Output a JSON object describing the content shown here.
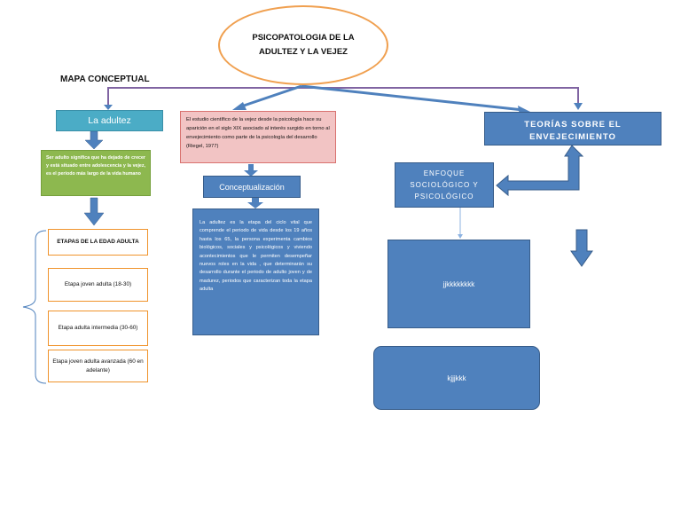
{
  "title": "PSICOPATOLOGIA DE LA ADULTEZ Y LA VEJEZ",
  "subtitle": "MAPA CONCEPTUAL",
  "left": {
    "header": "La adultez",
    "definition": "Ser adulto significa que ha dejado de crecer y está situado entre adolescencia y la vejez, es el periodo más largo de la vida humano",
    "stages_title": "ETAPAS DE LA EDAD ADULTA",
    "stages": [
      "Etapa joven adulta (18-30)",
      "Etapa adulta intermedia (30-60)",
      "Etapa joven adulta avanzada (60 en adelante)"
    ]
  },
  "middle": {
    "intro": "El estudio científico de la vejez desde la psicología hace su aparición en el siglo XIX asociado al interés surgido en torno al envejecimiento como parte de la psicología del desarrollo (Riegel, 1977)",
    "concept_label": "Conceptualización",
    "concept_text": "La adultez es la etapa del ciclo vital que comprende el periodo de vida desde los 19 años hasta los 65, la persona experimenta cambios biológicos, sociales y psicológicos y viviendo acontecimientos que le permiten desempeñar nuevos roles en la vida , que determinarán su desarrollo durante el periodo de adulto joven y de madurez, periodos que caracterizan toda la etapa adulta"
  },
  "right": {
    "teorias": "TEORÍAS SOBRE EL ENVEJECIMIENTO",
    "enfoque": "ENFOQUE SOCIOLÓGICO Y PSICOLÓGICO",
    "box1": "jjkkkkkkkk",
    "box2": "kjjjkkk"
  },
  "colors": {
    "orange": "#f0a050",
    "teal": "#4bacc6",
    "green": "#8db84f",
    "blue": "#4f81bd",
    "pink": "#f2c4c4",
    "purple_line": "#8064a2"
  }
}
